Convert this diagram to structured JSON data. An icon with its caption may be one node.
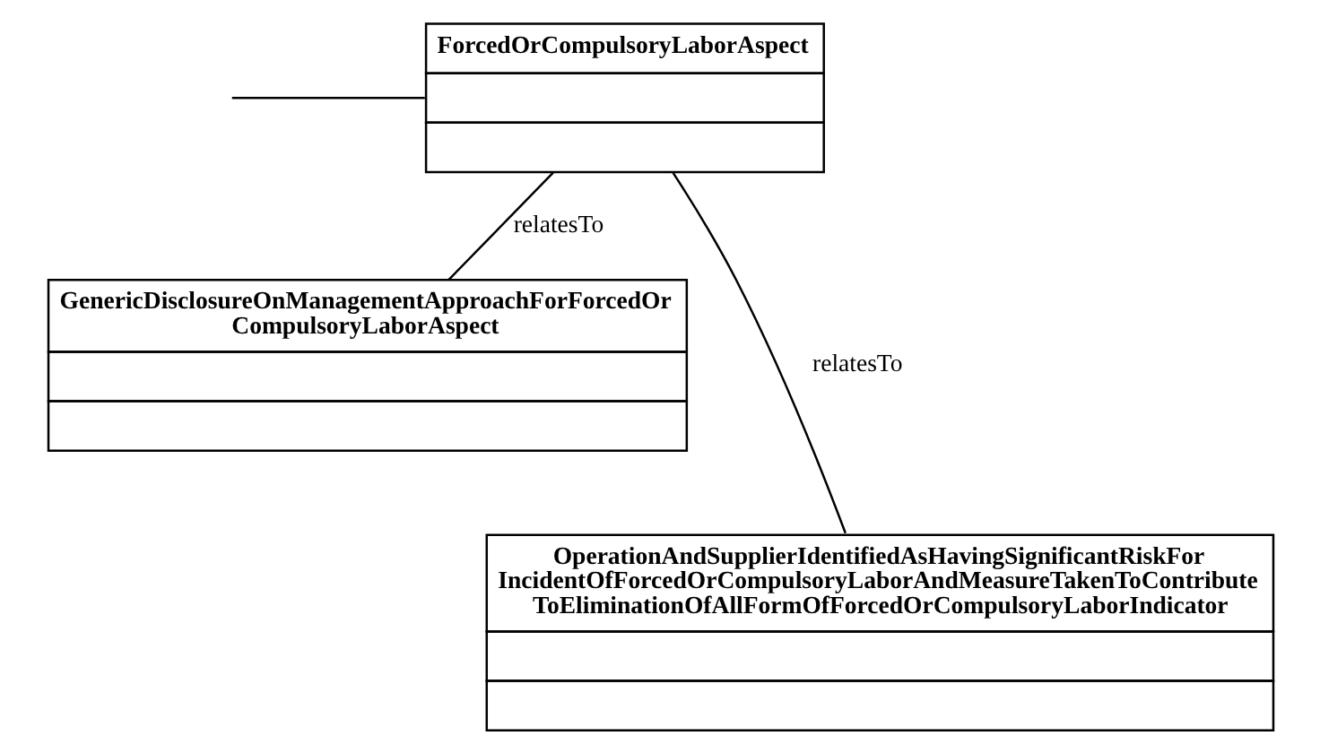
{
  "diagram": {
    "nodes": [
      {
        "text": [
          "ForcedOrCompulsoryLaborAspect"
        ]
      },
      {
        "text": [
          "GenericDisclosureOnManagementApproachForForcedOr CompulsoryLaborAspect"
        ]
      },
      {
        "text": [
          "OperationAndSupplierIdentifiedAsHavingSignificantRiskFor IncidentOfForcedOrCompulsoryLaborAndMeasureTakenToContribute ToEliminationOfAllFormOfForcedOrCompulsoryLaborIndicator"
        ]
      }
    ],
    "edges": [
      {
        "from": null,
        "to": 0,
        "arrow": "none"
      },
      {
        "from": 0,
        "to": 1,
        "arrow": "none",
        "label": "relatesTo"
      },
      {
        "from": 0,
        "to": 2,
        "arrow": "none",
        "label": "relatesTo"
      }
    ]
  }
}
